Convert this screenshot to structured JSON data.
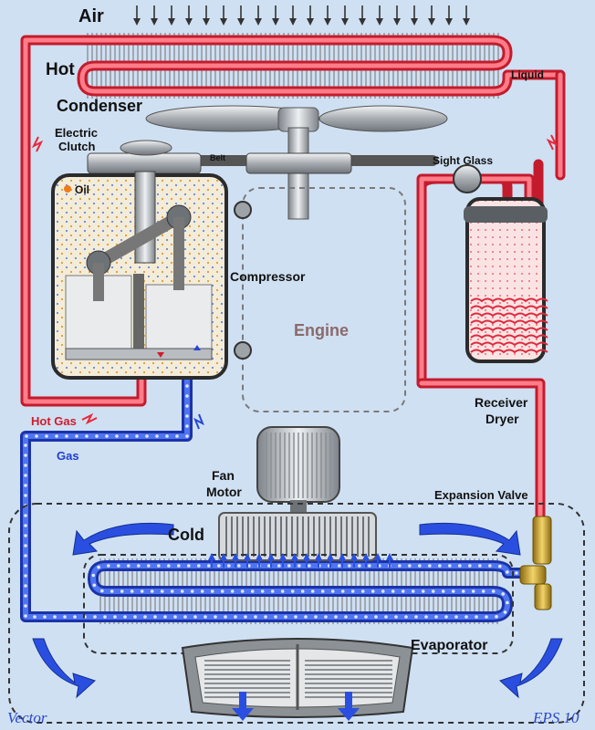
{
  "labels": {
    "air": "Air",
    "hot": "Hot",
    "condenser": "Condenser",
    "liquid": "Liquid",
    "electric_clutch_1": "Electric",
    "electric_clutch_2": "Clutch",
    "belt": "Belt",
    "oil": "Oil",
    "sight_glass": "Sight Glass",
    "compressor": "Compressor",
    "engine": "Engine",
    "hot_gas": "Hot Gas",
    "gas": "Gas",
    "receiver_1": "Receiver",
    "receiver_2": "Dryer",
    "fan_motor_1": "Fan",
    "fan_motor_2": "Motor",
    "expansion_valve": "Expansion Valve",
    "cold": "Cold",
    "evaporator": "Evaporator",
    "vector": "Vector",
    "eps": "EPS 10"
  },
  "colors": {
    "background": "#cfe0f2",
    "hot_line": "#e8283c",
    "hot_line_light": "#ff8a95",
    "cold_line": "#2547d8",
    "cold_line_light": "#7fa2ff",
    "arrow_blue": "#2a4fe0",
    "metal": "#9ea3a8",
    "brass": "#c9a227",
    "engine_label": "#8a6a6a",
    "red_label": "#d01c2c",
    "blue_label": "#1e3fcf"
  },
  "icons": {
    "air_arrows": "down-arrow-icon",
    "fan": "fan-blade-icon",
    "pulley": "pulley-icon",
    "piston": "piston-icon",
    "sight_glass": "sight-glass-icon",
    "receiver": "receiver-dryer-icon",
    "fan_motor": "fan-motor-icon",
    "blower": "blower-wheel-icon",
    "valve": "expansion-valve-icon",
    "vent": "air-vent-icon"
  }
}
